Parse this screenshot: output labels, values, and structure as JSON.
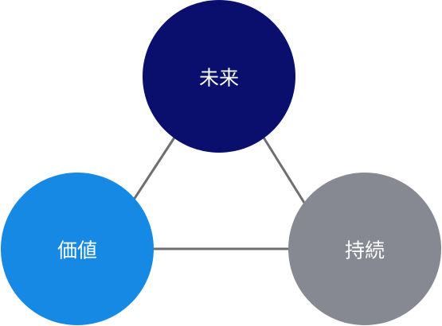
{
  "nodes": {
    "top": {
      "label": "未来",
      "color": "#0a0f6e"
    },
    "left": {
      "label": "価値",
      "color": "#1689e5"
    },
    "right": {
      "label": "持続",
      "color": "#868892"
    }
  },
  "connector_color": "#6f6f73",
  "background_color": "#ffffff"
}
